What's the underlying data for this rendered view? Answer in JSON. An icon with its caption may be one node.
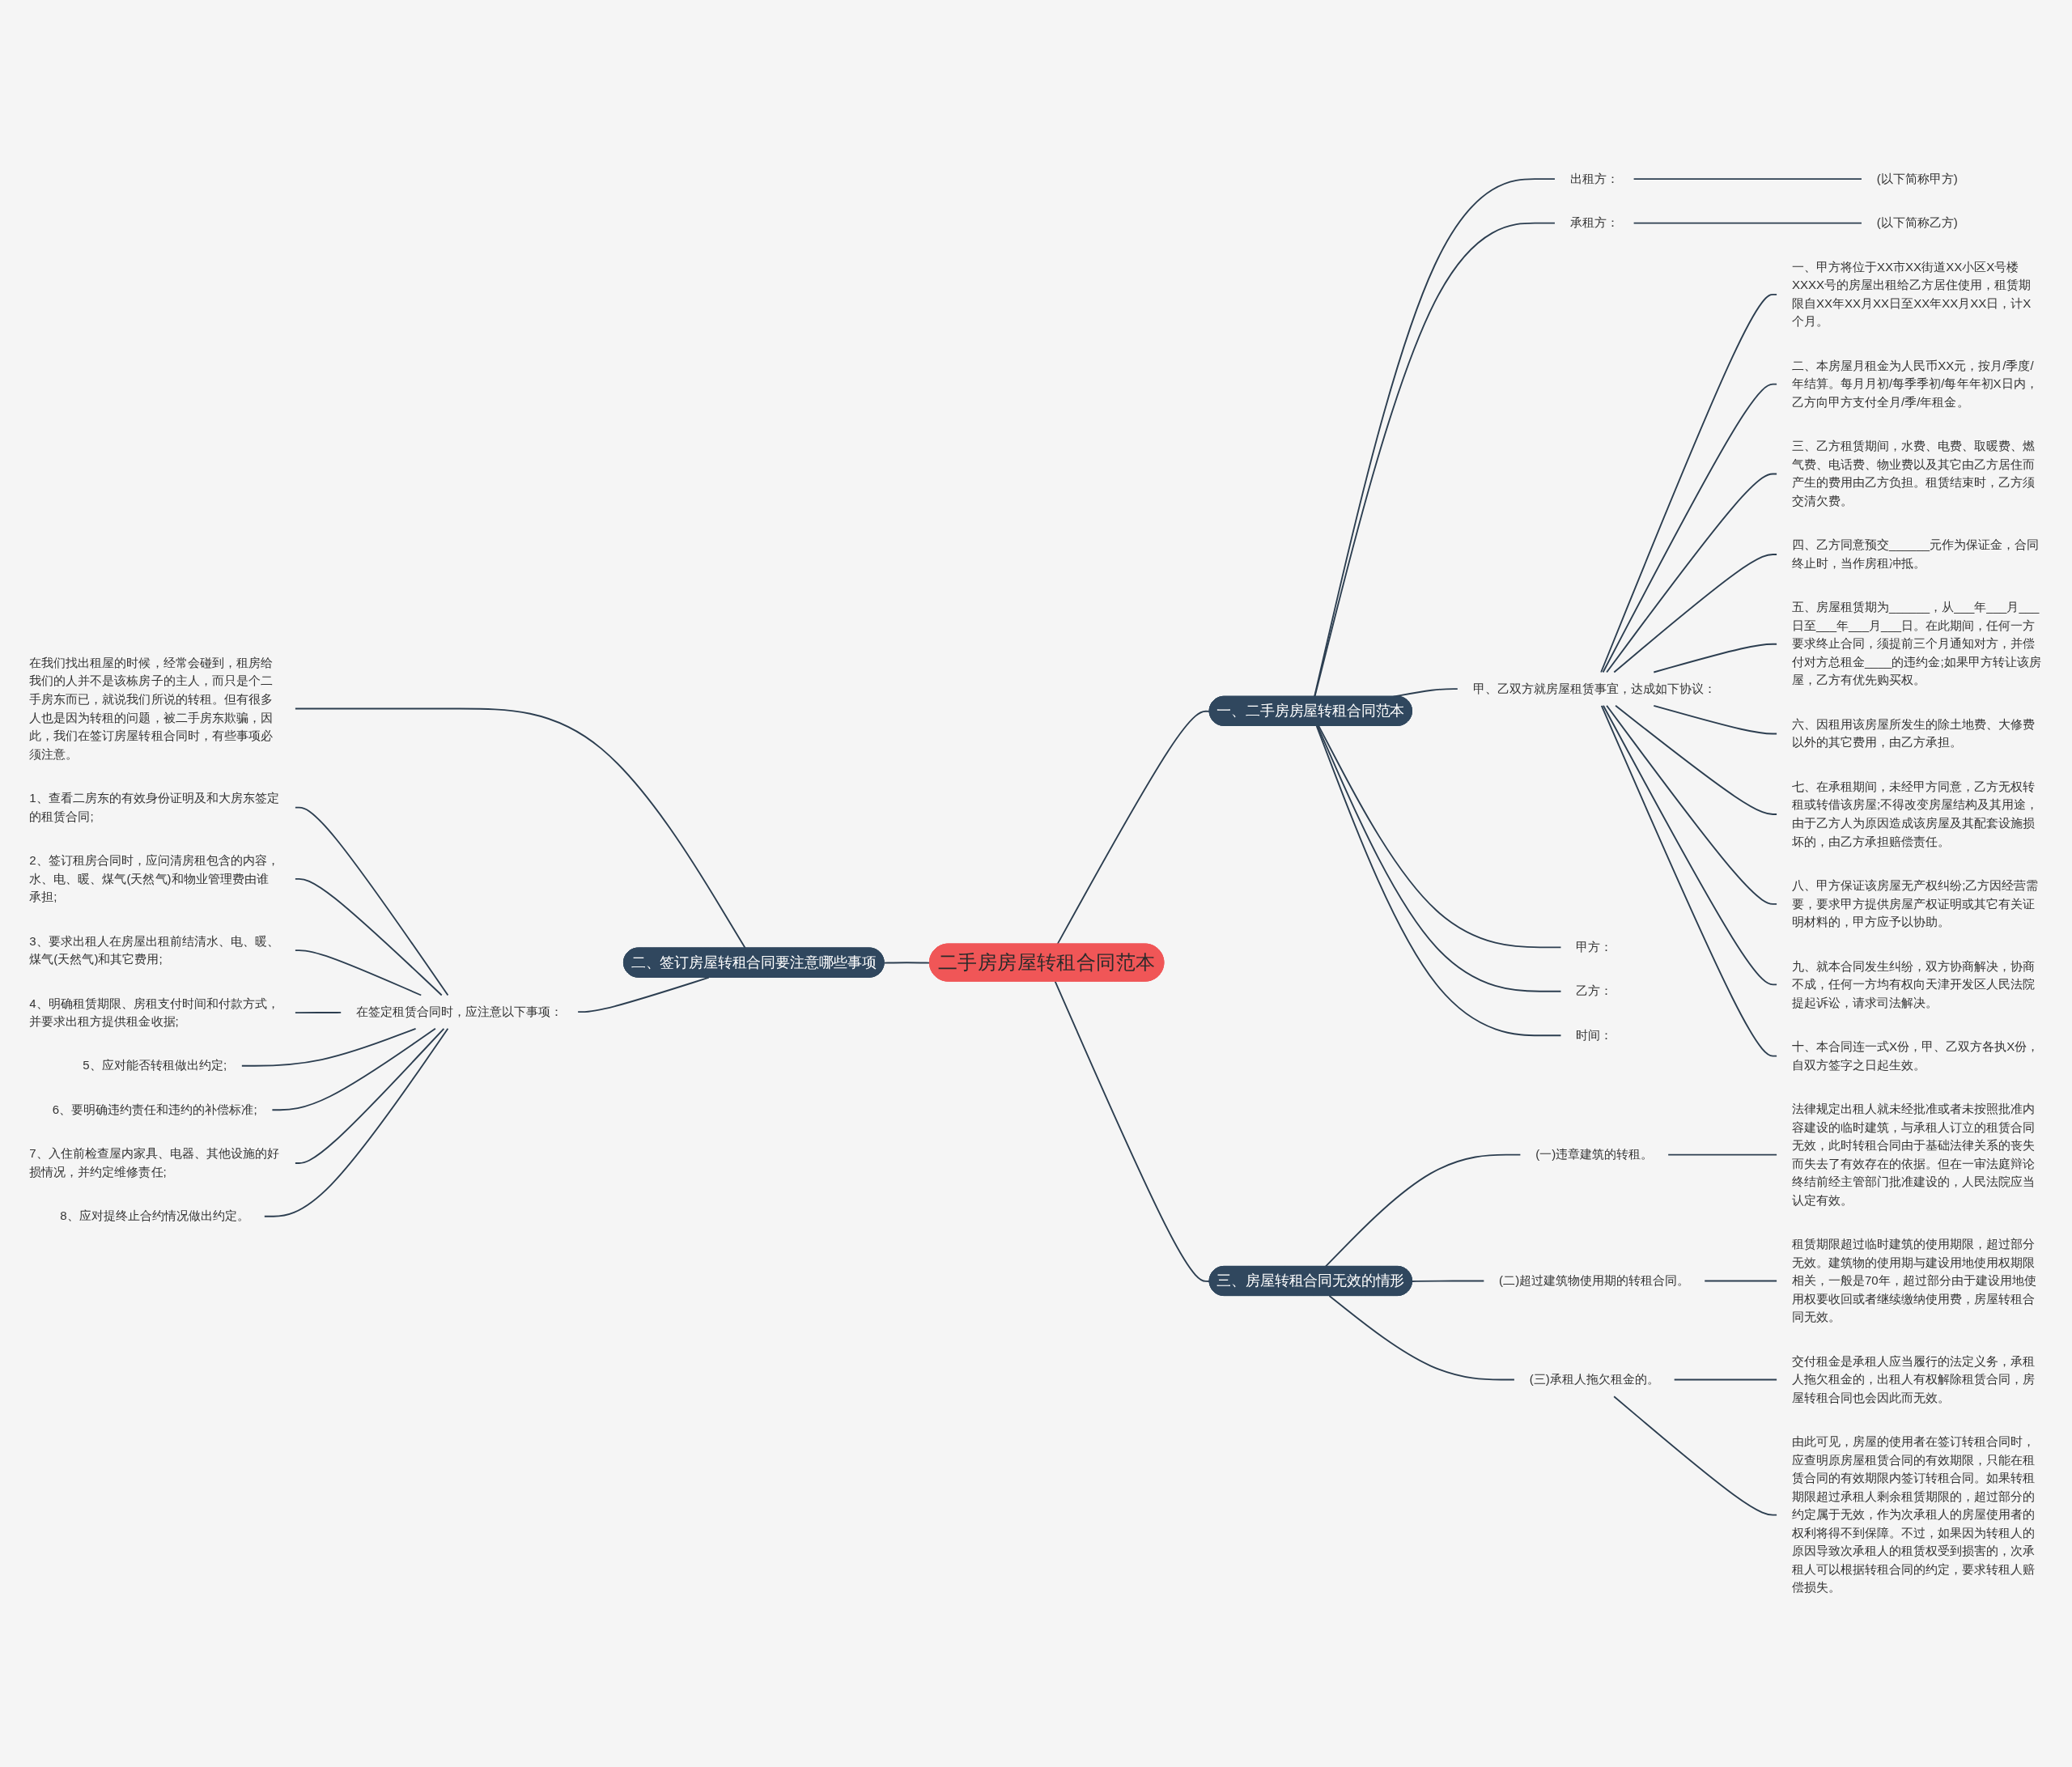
{
  "diagram": {
    "nodes": [
      {
        "text": [
          "二手房房屋转租合同范本"
        ]
      },
      {
        "text": [
          "一、二手房房屋转租合同范本"
        ]
      },
      {
        "text": [
          "出租方："
        ]
      },
      {
        "text": [
          "(以下简称甲方)"
        ]
      },
      {
        "text": [
          "承租方："
        ]
      },
      {
        "text": [
          "(以下简称乙方)"
        ]
      },
      {
        "text": [
          "甲、乙双方就房屋租赁事宜，达成如下协议："
        ]
      },
      {
        "text": [
          "一、甲方将位于XX市XX街道XX小区X号楼XXXX号的房屋出租给乙方居住使用，租赁期限自XX年XX月XX日至XX年XX月XX日，计X个月。"
        ]
      },
      {
        "text": [
          "二、本房屋月租金为人民币XX元，按月/季度/年结算。每月月初/每季季初/每年年初X日内，乙方向甲方支付全月/季/年租金。"
        ]
      },
      {
        "text": [
          "三、乙方租赁期间，水费、电费、取暖费、燃气费、电话费、物业费以及其它由乙方居住而产生的费用由乙方负担。租赁结束时，乙方须交清欠费。"
        ]
      },
      {
        "text": [
          "四、乙方同意预交______元作为保证金，合同终止时，当作房租冲抵。"
        ]
      },
      {
        "text": [
          "五、房屋租赁期为______，从___年___月___日至___年___月___日。在此期间，任何一方要求终止合同，须提前三个月通知对方，并偿付对方总租金____的违约金;如果甲方转让该房屋，乙方有优先购买权。"
        ]
      },
      {
        "text": [
          "六、因租用该房屋所发生的除土地费、大修费以外的其它费用，由乙方承担。"
        ]
      },
      {
        "text": [
          "七、在承租期间，未经甲方同意，乙方无权转租或转借该房屋;不得改变房屋结构及其用途，由于乙方人为原因造成该房屋及其配套设施损坏的，由乙方承担赔偿责任。"
        ]
      },
      {
        "text": [
          "八、甲方保证该房屋无产权纠纷;乙方因经营需要，要求甲方提供房屋产权证明或其它有关证明材料的，甲方应予以协助。"
        ]
      },
      {
        "text": [
          "九、就本合同发生纠纷，双方协商解决，协商不成，任何一方均有权向天津开发区人民法院提起诉讼，请求司法解决。"
        ]
      },
      {
        "text": [
          "十、本合同连一式X份，甲、乙双方各执X份，自双方签字之日起生效。"
        ]
      },
      {
        "text": [
          "甲方："
        ]
      },
      {
        "text": [
          "乙方："
        ]
      },
      {
        "text": [
          "时间："
        ]
      },
      {
        "text": [
          "二、签订房屋转租合同要注意哪些事项"
        ]
      },
      {
        "text": [
          "在我们找出租屋的时候，经常会碰到，租房给我们的人并不是该栋房子的主人，而只是个二手房东而已，就说我们所说的转租。但有很多人也是因为转租的问题，被二手房东欺骗，因此，我们在签订房屋转租合同时，有些事项必须注意。"
        ]
      },
      {
        "text": [
          "在签定租赁合同时，应注意以下事项："
        ]
      },
      {
        "text": [
          "1、查看二房东的有效身份证明及和大房东签定的租赁合同;"
        ]
      },
      {
        "text": [
          "2、签订租房合同时，应问清房租包含的内容，水、电、暖、煤气(天然气)和物业管理费由谁承担;"
        ]
      },
      {
        "text": [
          "3、要求出租人在房屋出租前结清水、电、暖、煤气(天然气)和其它费用;"
        ]
      },
      {
        "text": [
          "4、明确租赁期限、房租支付时间和付款方式，并要求出租方提供租金收据;"
        ]
      },
      {
        "text": [
          "5、应对能否转租做出约定;"
        ]
      },
      {
        "text": [
          "6、要明确违约责任和违约的补偿标准;"
        ]
      },
      {
        "text": [
          "7、入住前检查屋内家具、电器、其他设施的好损情况，并约定维修责任;"
        ]
      },
      {
        "text": [
          "8、应对提终止合约情况做出约定。"
        ]
      },
      {
        "text": [
          "三、房屋转租合同无效的情形"
        ]
      },
      {
        "text": [
          "(一)违章建筑的转租。"
        ]
      },
      {
        "text": [
          "法律规定出租人就未经批准或者未按照批准内容建设的临时建筑，与承租人订立的租赁合同无效，此时转租合同由于基础法律关系的丧失而失去了有效存在的依据。但在一审法庭辩论终结前经主管部门批准建设的，人民法院应当认定有效。"
        ]
      },
      {
        "text": [
          "(二)超过建筑物使用期的转租合同。"
        ]
      },
      {
        "text": [
          "租赁期限超过临时建筑的使用期限，超过部分无效。建筑物的使用期与建设用地使用权期限相关，一般是70年，超过部分由于建设用地使用权要收回或者继续缴纳使用费，房屋转租合同无效。"
        ]
      },
      {
        "text": [
          "(三)承租人拖欠租金的。"
        ]
      },
      {
        "text": [
          "交付租金是承租人应当履行的法定义务，承租人拖欠租金的，出租人有权解除租赁合同，房屋转租合同也会因此而无效。"
        ]
      },
      {
        "text": [
          "由此可见，房屋的使用者在签订转租合同时，应查明原房屋租赁合同的有效期限，只能在租赁合同的有效期限内签订转租合同。如果转租期限超过承租人剩余租赁期限的，超过部分的约定属于无效，作为次承租人的房屋使用者的权利将得不到保障。不过，如果因为转租人的原因导致次承租人的租赁权受到损害的，次承租人可以根据转租合同的约定，要求转租人赔偿损失。"
        ]
      }
    ],
    "edges": [
      {
        "from": 0,
        "to": 1,
        "arrow": "none"
      },
      {
        "from": 1,
        "to": 2,
        "arrow": "none"
      },
      {
        "from": 2,
        "to": 3,
        "arrow": "none"
      },
      {
        "from": 1,
        "to": 4,
        "arrow": "none"
      },
      {
        "from": 4,
        "to": 5,
        "arrow": "none"
      },
      {
        "from": 1,
        "to": 6,
        "arrow": "none"
      },
      {
        "from": 6,
        "to": 7,
        "arrow": "none"
      },
      {
        "from": 6,
        "to": 8,
        "arrow": "none"
      },
      {
        "from": 6,
        "to": 9,
        "arrow": "none"
      },
      {
        "from": 6,
        "to": 10,
        "arrow": "none"
      },
      {
        "from": 6,
        "to": 11,
        "arrow": "none"
      },
      {
        "from": 6,
        "to": 12,
        "arrow": "none"
      },
      {
        "from": 6,
        "to": 13,
        "arrow": "none"
      },
      {
        "from": 6,
        "to": 14,
        "arrow": "none"
      },
      {
        "from": 6,
        "to": 15,
        "arrow": "none"
      },
      {
        "from": 6,
        "to": 16,
        "arrow": "none"
      },
      {
        "from": 1,
        "to": 17,
        "arrow": "none"
      },
      {
        "from": 1,
        "to": 18,
        "arrow": "none"
      },
      {
        "from": 1,
        "to": 19,
        "arrow": "none"
      },
      {
        "from": 20,
        "to": 0,
        "arrow": "none"
      },
      {
        "from": 21,
        "to": 20,
        "arrow": "none"
      },
      {
        "from": 22,
        "to": 20,
        "arrow": "none"
      },
      {
        "from": 23,
        "to": 22,
        "arrow": "none"
      },
      {
        "from": 24,
        "to": 22,
        "arrow": "none"
      },
      {
        "from": 25,
        "to": 22,
        "arrow": "none"
      },
      {
        "from": 26,
        "to": 22,
        "arrow": "none"
      },
      {
        "from": 27,
        "to": 22,
        "arrow": "none"
      },
      {
        "from": 28,
        "to": 22,
        "arrow": "none"
      },
      {
        "from": 29,
        "to": 22,
        "arrow": "none"
      },
      {
        "from": 30,
        "to": 22,
        "arrow": "none"
      },
      {
        "from": 0,
        "to": 31,
        "arrow": "none"
      },
      {
        "from": 31,
        "to": 32,
        "arrow": "none"
      },
      {
        "from": 32,
        "to": 33,
        "arrow": "none"
      },
      {
        "from": 31,
        "to": 34,
        "arrow": "none"
      },
      {
        "from": 34,
        "to": 35,
        "arrow": "none"
      },
      {
        "from": 31,
        "to": 36,
        "arrow": "none"
      },
      {
        "from": 36,
        "to": 37,
        "arrow": "none"
      },
      {
        "from": 36,
        "to": 38,
        "arrow": "none"
      }
    ]
  }
}
